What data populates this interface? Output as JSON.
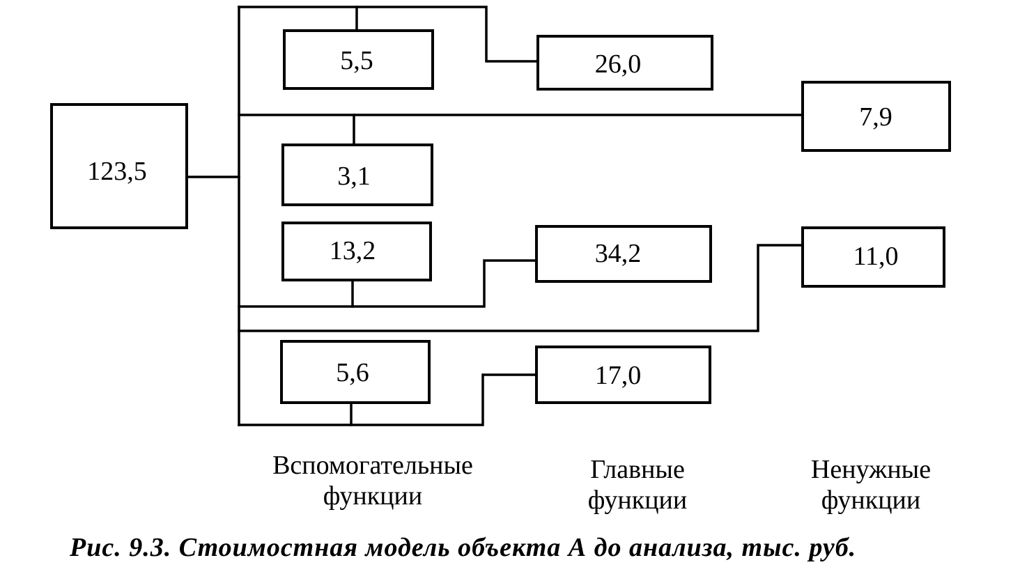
{
  "nodes": {
    "total": "123,5",
    "aux_1": "5,5",
    "main_1": "26,0",
    "unneeded_1": "7,9",
    "aux_2": "3,1",
    "aux_3": "13,2",
    "main_2": "34,2",
    "unneeded_2": "11,0",
    "aux_4": "5,6",
    "main_3": "17,0"
  },
  "columns": {
    "auxiliary": {
      "line1": "Вспомогательные",
      "line2": "функции"
    },
    "main": {
      "line1": "Главные",
      "line2": "функции"
    },
    "unneeded": {
      "line1": "Ненужные",
      "line2": "функции"
    }
  },
  "caption": "Рис. 9.3. Стоимостная модель объекта А до анализа, тыс. руб."
}
